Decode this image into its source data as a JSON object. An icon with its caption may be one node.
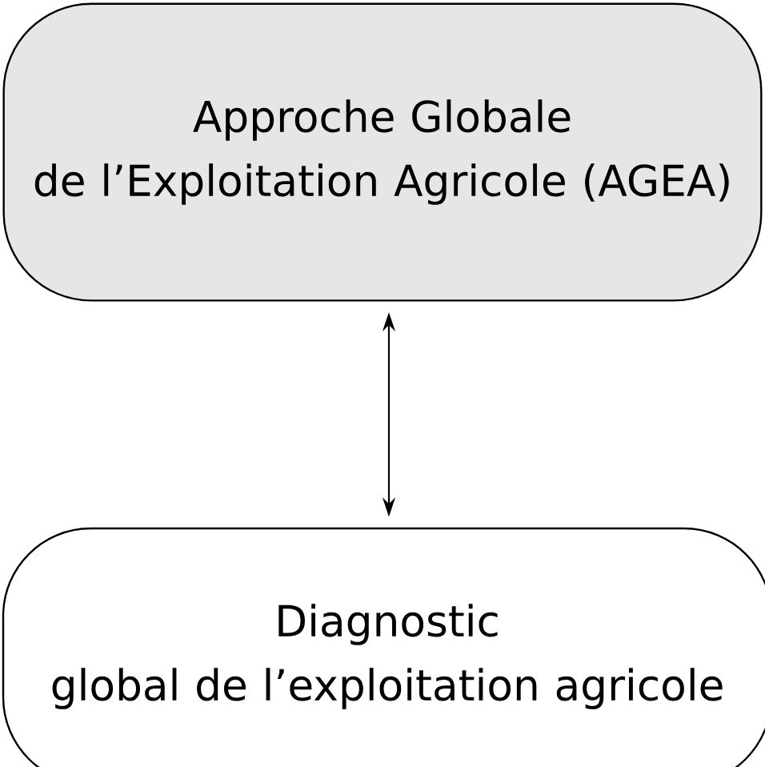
{
  "diagram": {
    "nodes": [
      {
        "text": [
          "Approche Globale de l’Exploitation Agricole (AGEA)"
        ]
      },
      {
        "text": [
          "Diagnostic global de l’exploitation agricole"
        ]
      }
    ],
    "edges": [
      {
        "from": 0,
        "to": 1,
        "arrow": "both"
      }
    ]
  }
}
